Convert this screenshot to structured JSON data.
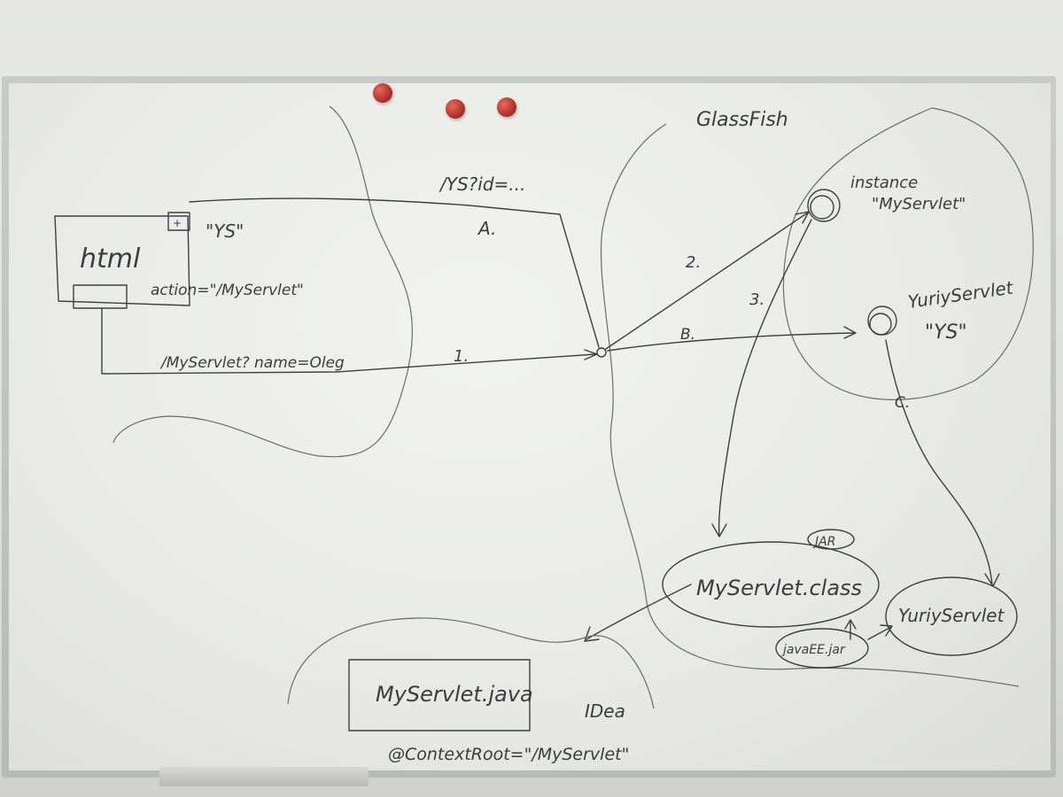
{
  "board": {
    "title_glassfish": "GlassFish",
    "url_ys": "/YS?id=...",
    "label_a": "A.",
    "html_label": "html",
    "html_corner": "+",
    "ys_quote": "\"YS\"",
    "action_text": "action=\"/MyServlet\"",
    "request_text": "/MyServlet? name=Oleg",
    "label_1": "1.",
    "label_2": "2.",
    "label_3": "3.",
    "label_b": "B.",
    "label_c": "C.",
    "instance_line1": "instance",
    "instance_line2": "\"MyServlet\"",
    "yuriy_servlet": "YuriyServlet",
    "ys_quote2": "\"YS\"",
    "jar_label": "JAR",
    "class_file": "MyServlet.class",
    "java_ee_jar": "javaEE.jar",
    "yuriy_servlet_box": "YuriyServlet",
    "java_file": "MyServlet.java",
    "idea_label": "IDea",
    "context_root": "@ContextRoot=\"/MyServlet\""
  },
  "colors": {
    "ink": "#3d3e42",
    "magnet": "#b8352e",
    "board": "#eeefeb"
  }
}
